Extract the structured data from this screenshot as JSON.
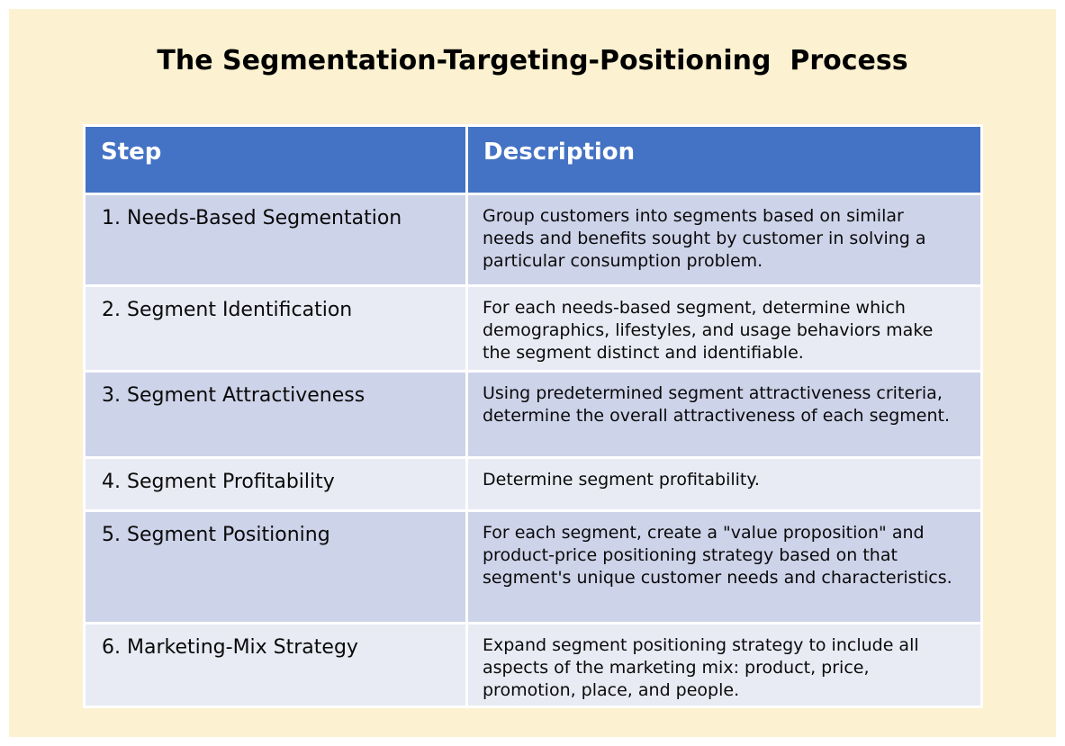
{
  "page": {
    "title": "The Segmentation-Targeting-Positioning  Process"
  },
  "colors": {
    "page_border": "#FFFFFF",
    "slide_background": "#FCF1D1",
    "header_background": "#4472C4",
    "header_text": "#FFFFFF",
    "row_band_dark": "#CDD3E9",
    "row_band_light": "#E9EBF4",
    "gridline": "#FFFFFF",
    "body_text": "#0A0A0A"
  },
  "table": {
    "columns": [
      "Step",
      "Description"
    ],
    "rows": [
      {
        "step": "1. Needs-Based Segmentation",
        "description": "Group customers into segments based on similar needs and benefits sought by customer in solving a particular consumption problem."
      },
      {
        "step": "2. Segment Identification",
        "description": "For each needs-based segment, determine which demographics, lifestyles, and usage behaviors make the segment distinct and identifiable."
      },
      {
        "step": "3. Segment Attractiveness",
        "description": "Using predetermined segment attractiveness criteria, determine the overall attractiveness of each segment."
      },
      {
        "step": "4. Segment Profitability",
        "description": "Determine segment profitability."
      },
      {
        "step": "5. Segment Positioning",
        "description": "For each segment, create a \"value proposition\" and product-price positioning strategy based on that segment's unique customer needs and characteristics."
      },
      {
        "step": "6. Marketing-Mix Strategy",
        "description": "Expand segment positioning strategy to include all aspects of the marketing mix: product, price, promotion, place, and people."
      }
    ]
  }
}
